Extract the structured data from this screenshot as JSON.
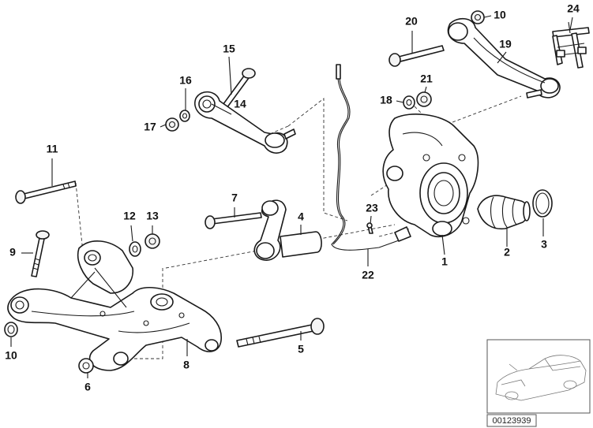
{
  "diagram": {
    "callouts": [
      {
        "id": "1",
        "label": "1"
      },
      {
        "id": "2",
        "label": "2"
      },
      {
        "id": "3",
        "label": "3"
      },
      {
        "id": "4",
        "label": "4"
      },
      {
        "id": "5",
        "label": "5"
      },
      {
        "id": "6",
        "label": "6"
      },
      {
        "id": "7",
        "label": "7"
      },
      {
        "id": "8",
        "label": "8"
      },
      {
        "id": "9",
        "label": "9"
      },
      {
        "id": "10a",
        "label": "10"
      },
      {
        "id": "10b",
        "label": "10"
      },
      {
        "id": "11",
        "label": "11"
      },
      {
        "id": "12",
        "label": "12"
      },
      {
        "id": "13",
        "label": "13"
      },
      {
        "id": "14",
        "label": "14"
      },
      {
        "id": "15",
        "label": "15"
      },
      {
        "id": "16",
        "label": "16"
      },
      {
        "id": "17",
        "label": "17"
      },
      {
        "id": "18",
        "label": "18"
      },
      {
        "id": "19",
        "label": "19"
      },
      {
        "id": "20",
        "label": "20"
      },
      {
        "id": "21",
        "label": "21"
      },
      {
        "id": "22",
        "label": "22"
      },
      {
        "id": "23",
        "label": "23"
      },
      {
        "id": "24",
        "label": "24"
      }
    ],
    "reference_number": "00123939"
  }
}
